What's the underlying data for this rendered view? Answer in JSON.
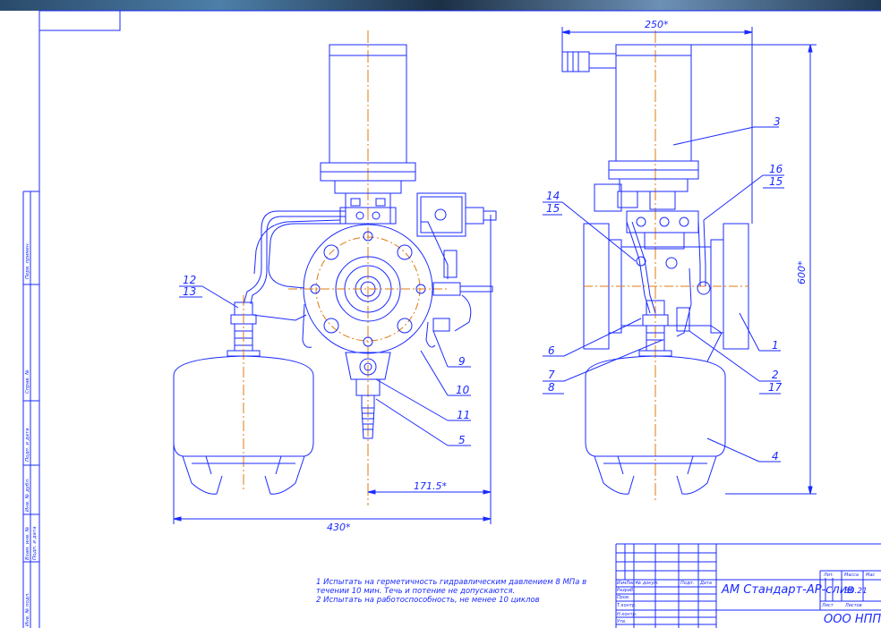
{
  "drawing": {
    "dimensions": {
      "width_total": "430*",
      "offset": "171.5*",
      "side_width": "250*",
      "height": "600*"
    },
    "callouts_front": [
      "12",
      "13",
      "9",
      "10",
      "11",
      "5"
    ],
    "callouts_side": [
      "14",
      "15",
      "16",
      "15",
      "3",
      "6",
      "7",
      "8",
      "1",
      "2",
      "17",
      "4"
    ],
    "notes": [
      "1 Испытать на герметичность гидравлическим давлением 8 МПа в течении 10 мин. Течь и потение не допускаются.",
      "2 Испытать на работоспособность, не менее 10 циклов"
    ],
    "title_block": {
      "title": "АМ Стандарт-АР-слив",
      "mass": "30.21",
      "company": "ООО НПП А",
      "header_row": [
        "Изм",
        "Лист",
        "№ докум.",
        "Подп.",
        "Дата"
      ],
      "roles": [
        "Разраб.",
        "Пров.",
        "Т.контр.",
        "Н.контр.",
        "Утв."
      ],
      "right_headers": [
        "Лит.",
        "Масса",
        "Мас"
      ],
      "sheet_labels": [
        "Лист",
        "Листов"
      ]
    },
    "side_margin_labels": [
      "Перв. примен.",
      "Справ. №",
      "Подп. и дата",
      "Инв. № дубл.",
      "Взам. инв. №",
      "Подп. и дата",
      "Инв. № подл."
    ]
  },
  "colors": {
    "line": "#1a2aff",
    "axis": "#e07a10",
    "background": "#ffffff"
  }
}
